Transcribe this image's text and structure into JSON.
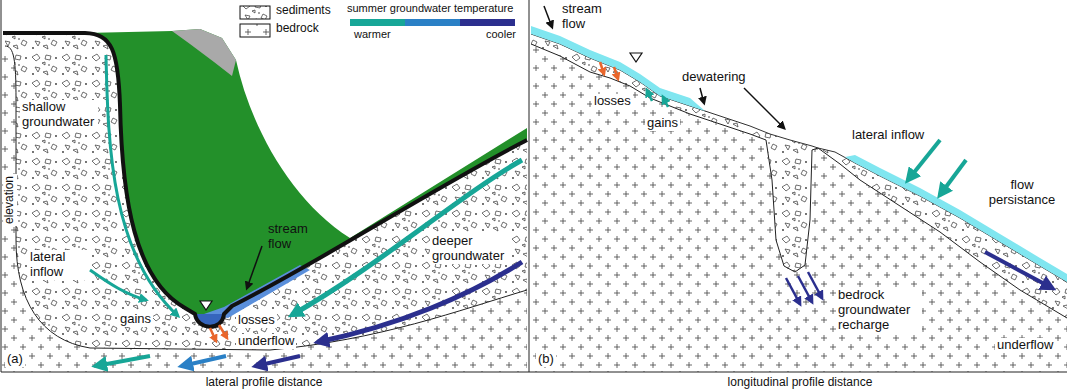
{
  "diagram": {
    "labels": [
      "shallow groundwater",
      "stream flow",
      "lateral inflow",
      "gains",
      "losses",
      "underflow",
      "deeper groundwater",
      "summer groundwater temperature",
      "(a)",
      "elevation",
      "lateral profile distance",
      "stream flow",
      "losses",
      "gains",
      "dewatering",
      "lateral inflow",
      "flow persistance",
      "bedrock groundwater recharge",
      "underflow",
      "(b)",
      "longitudinal profile distance"
    ],
    "legend": [
      {
        "text": "sediments"
      },
      {
        "text": "bedrock"
      },
      {
        "text": "warmer",
        "color": "#17a697"
      },
      {
        "text": "cooler",
        "color": "#2b2f8e"
      }
    ]
  }
}
